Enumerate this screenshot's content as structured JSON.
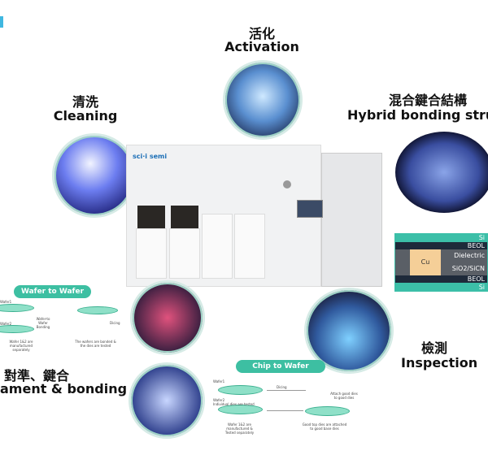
{
  "labels": {
    "activation_zh": "活化",
    "activation_en": "Activation",
    "cleaning_zh": "清洗",
    "cleaning_en": "Cleaning",
    "hybrid_zh": "混合鍵合結構",
    "hybrid_en": "Hybrid bonding struc",
    "align_zh": "對準、鍵合",
    "align_en": "ament & bonding",
    "inspection_zh": "檢測",
    "inspection_en": "Inspection"
  },
  "machine": {
    "logo": "sci·i semi"
  },
  "stack": {
    "layers": [
      "Si",
      "BEOL",
      "Dielectric",
      "SiO2/SiCN",
      "BEOL",
      "Si"
    ],
    "metal": "Cu"
  },
  "w2w": {
    "title": "Wafer to Wafer",
    "wafer1": "Wafer1",
    "wafer2": "Wafer2",
    "bond": "Wafer-to Wafer Bonding",
    "dicing": "Dicing",
    "note1": "Wafer 1&2 are manufactured separately",
    "note2": "The wafers are bonded & the dies are tested"
  },
  "c2w": {
    "title": "Chip to Wafer",
    "wafer1": "Wafer1",
    "wafer2": "Wafer2",
    "wafer2_sub": "Individual dies are tested",
    "dicing": "Dicing",
    "attach": "Attach good dies to good dies",
    "note1": "Wafer 1&2 are manufactured & Tested separately",
    "note2": "Good top dies are attached to good base dies"
  },
  "colors": {
    "accent": "#3dbfa2",
    "wafer": "#8fe0c8",
    "si": "#3cbfa8",
    "beol": "#1e2a3a",
    "cu": "#f5cf98"
  }
}
